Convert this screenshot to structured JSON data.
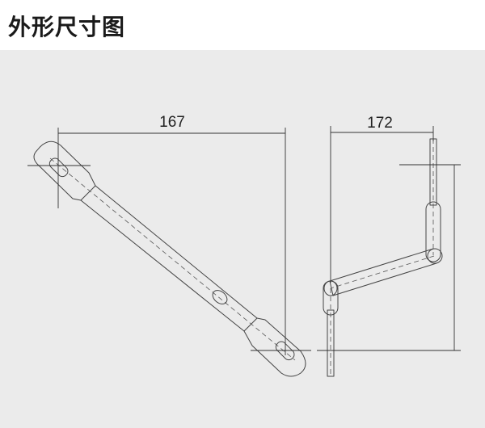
{
  "header": {
    "title": "外形尺寸图"
  },
  "diagram": {
    "left_part": {
      "dimension_label": "167"
    },
    "right_part": {
      "dimension_label": "172"
    }
  }
}
